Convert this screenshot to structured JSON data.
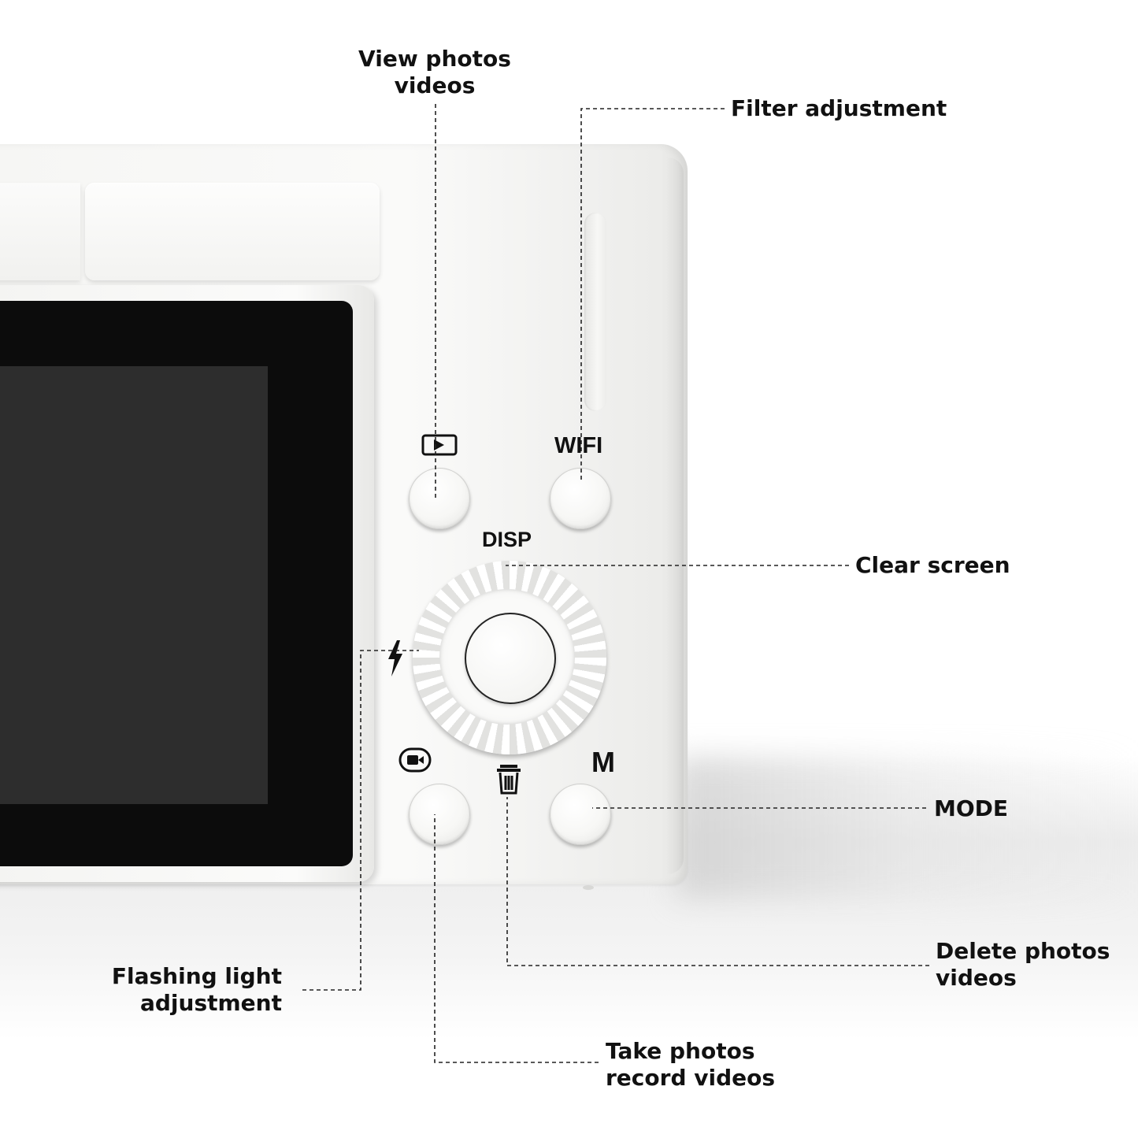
{
  "camera": {
    "labels": {
      "wifi": "WIFI",
      "disp": "DISP",
      "mode_letter": "M"
    },
    "icons": [
      "playback-icon",
      "flash-icon",
      "video-record-icon",
      "trash-icon"
    ]
  },
  "callouts": {
    "view_photos": {
      "line1": "View photos",
      "line2": "videos"
    },
    "filter": {
      "line1": "Filter adjustment"
    },
    "clear_screen": {
      "line1": "Clear screen"
    },
    "mode": {
      "line1": "MODE"
    },
    "delete_photos": {
      "line1": "Delete photos",
      "line2": "videos"
    },
    "flashing_light": {
      "line1": "Flashing light",
      "line2": "adjustment"
    },
    "take_photos": {
      "line1": "Take photos",
      "line2": "record videos"
    }
  },
  "colors": {
    "body": "#f6f6f4",
    "screen": "#0c0c0c",
    "leader_lines": "#222222",
    "text": "#111111"
  }
}
